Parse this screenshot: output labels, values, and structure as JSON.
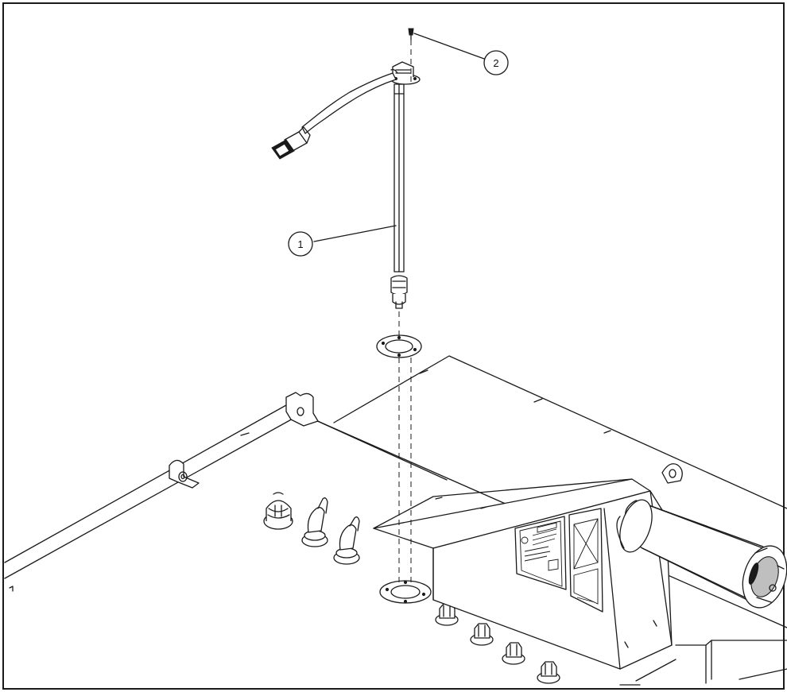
{
  "callouts": [
    {
      "id": "1",
      "label": "1"
    },
    {
      "id": "2",
      "label": "2"
    }
  ],
  "colors": {
    "line": "#1a1a1a",
    "background": "#ffffff",
    "border": "#1a1a1a"
  }
}
